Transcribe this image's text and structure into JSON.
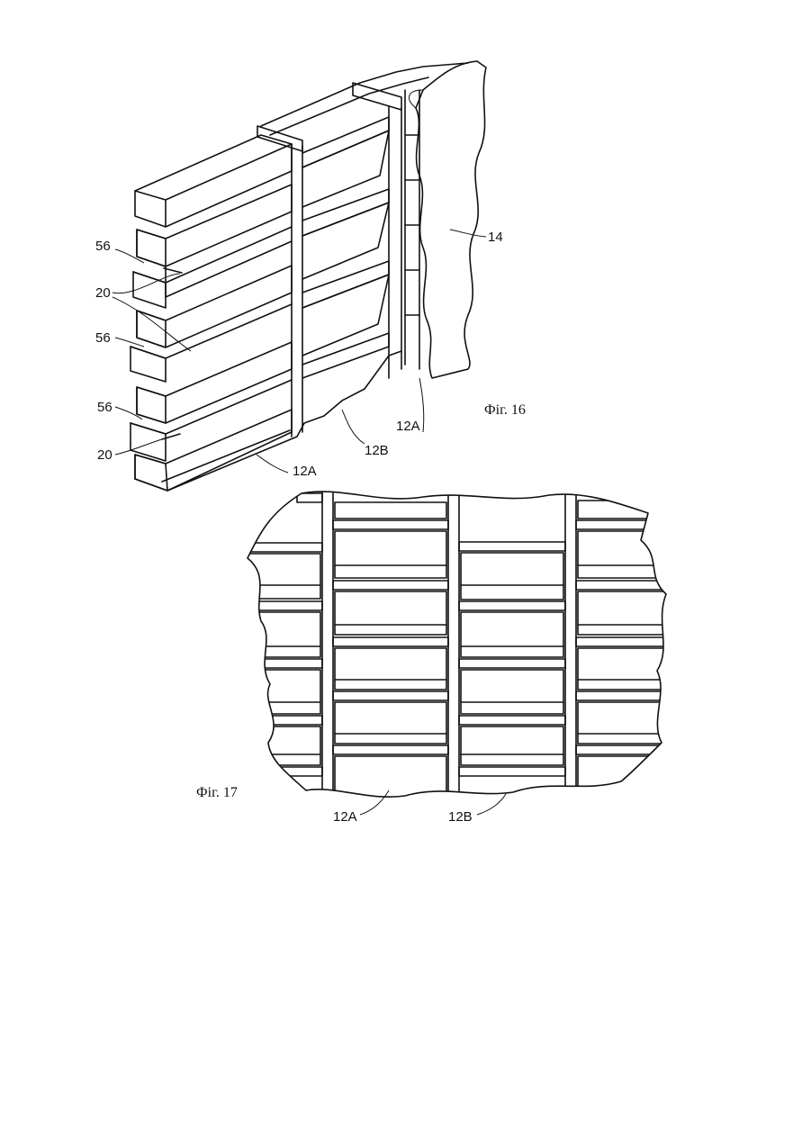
{
  "figure_16": {
    "caption": "Фіг. 16",
    "labels": {
      "wall": "14",
      "mesh_a_right": "12A",
      "mesh_b": "12B",
      "mesh_a_bottom": "12A",
      "spacer_1": "56",
      "spacer_2": "56",
      "spacer_3": "56",
      "strip_upper": "20",
      "strip_lower": "20"
    }
  },
  "figure_17": {
    "caption": "Фіг. 17",
    "labels": {
      "mesh_a": "12A",
      "mesh_b": "12B"
    }
  }
}
